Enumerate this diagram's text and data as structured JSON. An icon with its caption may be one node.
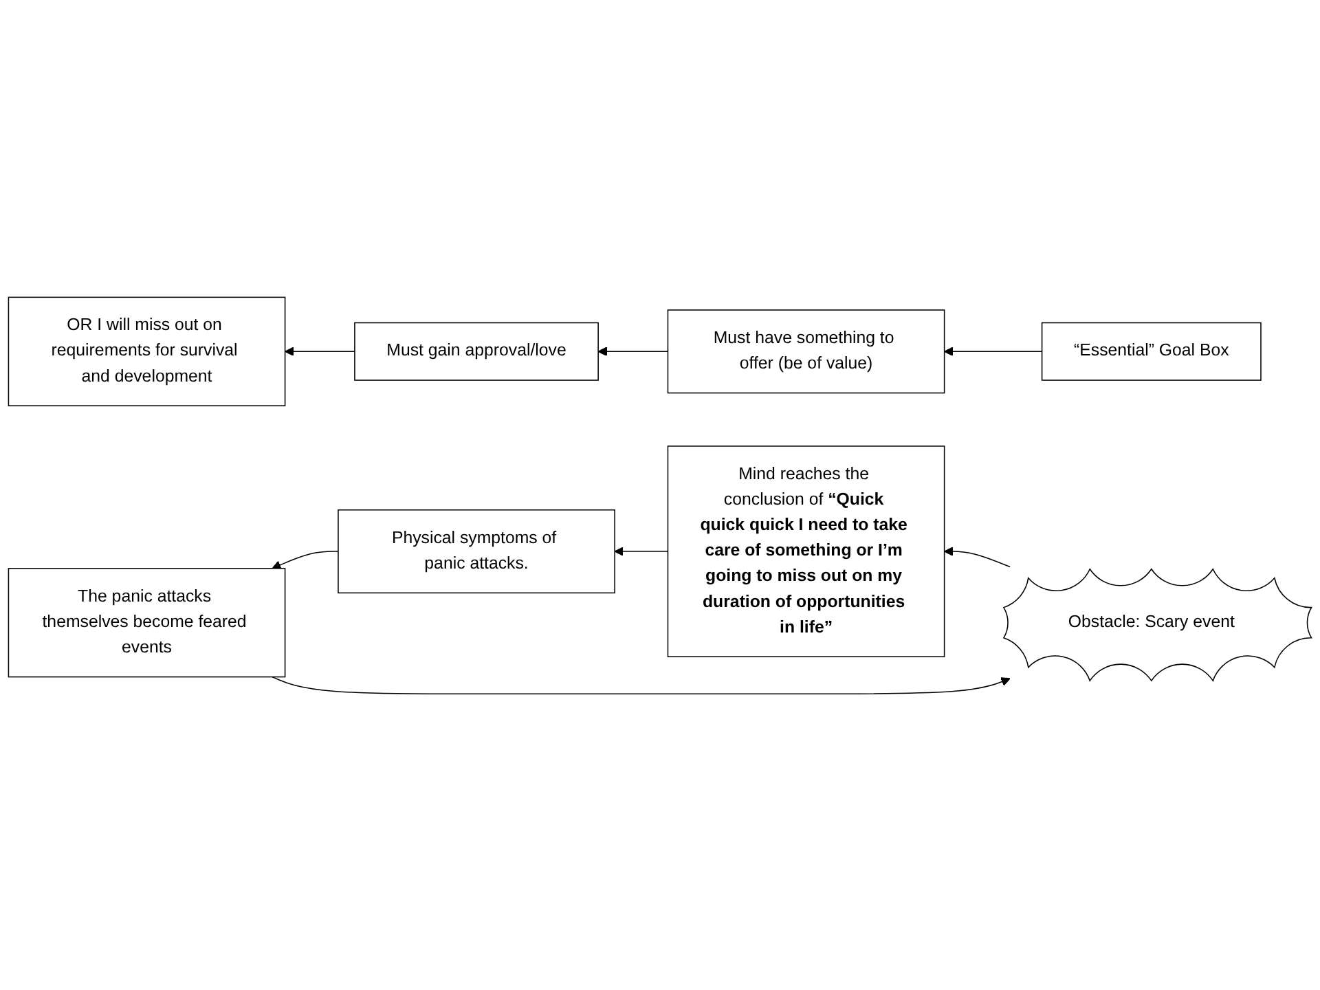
{
  "diagram": {
    "nodes": [
      {
        "text": [
          "OR I will miss out on requirements for survival and development"
        ]
      },
      {
        "text": [
          "Must gain approval/love"
        ]
      },
      {
        "text": [
          "Must have something to offer (be of value)"
        ]
      },
      {
        "text": [
          "“Essential” Goal Box"
        ]
      },
      {
        "text": [
          "Obstacle: Scary event"
        ]
      },
      {
        "text": [
          "Mind reaches the conclusion of **“Quick quick quick I need to take care of something or I’m going to miss out on my duration of opportunities in life”**"
        ]
      },
      {
        "text": [
          "The panic attacks themselves become feared events"
        ]
      },
      {
        "text": [
          "Physical symptoms of panic attacks."
        ]
      }
    ],
    "edges": [
      {
        "from": 3,
        "to": 2,
        "arrow": "to"
      },
      {
        "from": 2,
        "to": 1,
        "arrow": "to"
      },
      {
        "from": 1,
        "to": 0,
        "arrow": "to"
      },
      {
        "from": 4,
        "to": 5,
        "arrow": "to"
      },
      {
        "from": 5,
        "to": 7,
        "arrow": "to"
      },
      {
        "from": 7,
        "to": 6,
        "arrow": "to"
      },
      {
        "from": 6,
        "to": 4,
        "arrow": "to"
      }
    ]
  }
}
